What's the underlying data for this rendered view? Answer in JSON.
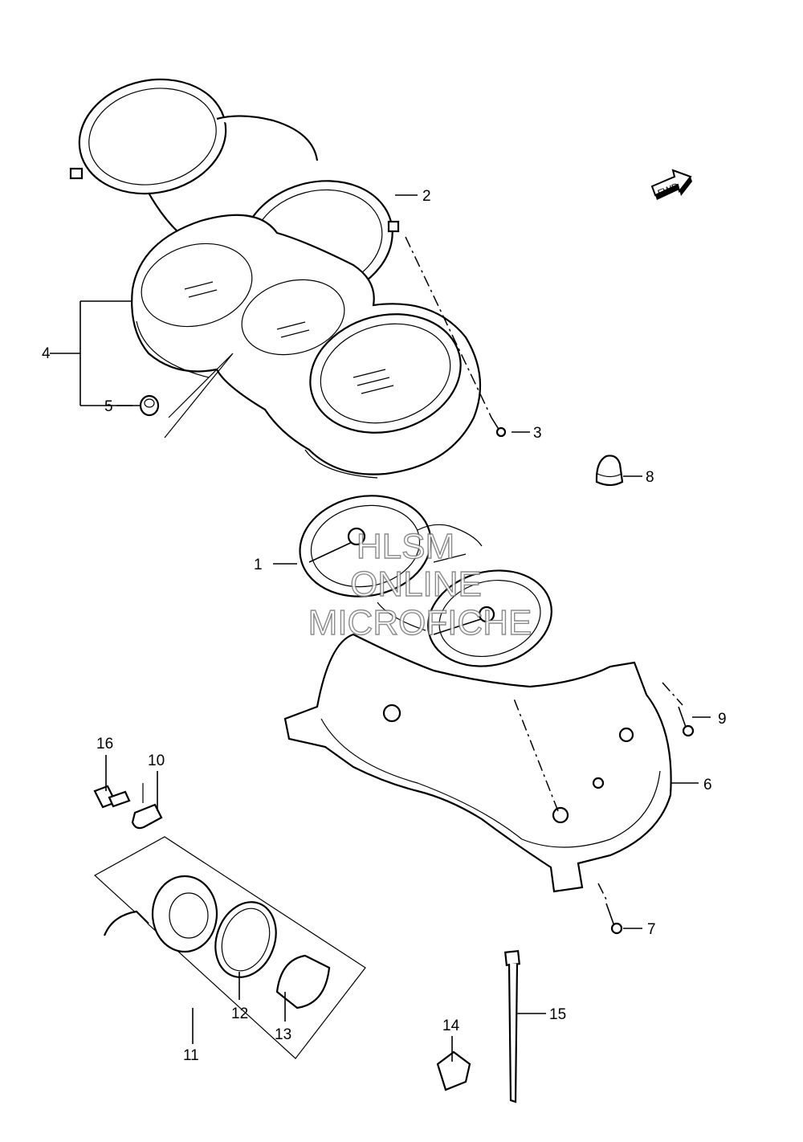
{
  "diagram": {
    "fwd_label": "FWD",
    "watermark": [
      "HLSM",
      "ONLINE",
      "MICROFICHE"
    ],
    "callouts": {
      "c1": "1",
      "c2": "2",
      "c3": "3",
      "c4": "4",
      "c5": "5",
      "c6": "6",
      "c7": "7",
      "c8": "8",
      "c9": "9",
      "c10": "10",
      "c11": "11",
      "c12": "12",
      "c13": "13",
      "c14": "14",
      "c15": "15",
      "c16": "16"
    }
  }
}
